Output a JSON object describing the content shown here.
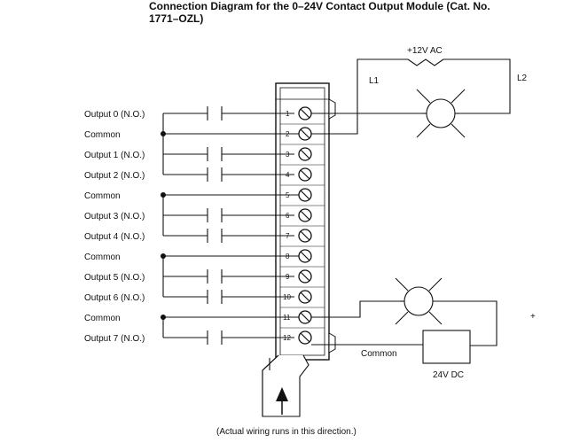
{
  "title": "Connection Diagram for the 0–24V Contact Output Module (Cat. No. 1771–OZL)",
  "left_labels": [
    "Output 0 (N.O.)",
    "Common",
    "Output 1 (N.O.)",
    "Output 2 (N.O.)",
    "Common",
    "Output 3 (N.O.)",
    "Output 4 (N.O.)",
    "Common",
    "Output 5 (N.O.)",
    "Output 6 (N.O.)",
    "Common",
    "Output 7 (N.O.)"
  ],
  "terminal_numbers": [
    "1",
    "2",
    "3",
    "4",
    "5",
    "6",
    "7",
    "8",
    "9",
    "10",
    "11",
    "12"
  ],
  "ac_source": "+12V AC",
  "l1": "L1",
  "l2": "L2",
  "plus": "+",
  "common_right": "Common",
  "dc_source": "24V DC",
  "caption": "(Actual wiring runs in this direction.)"
}
